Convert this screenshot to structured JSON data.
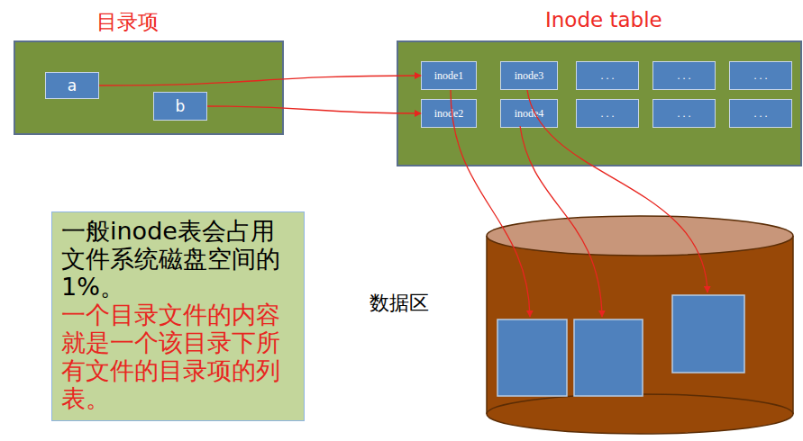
{
  "diagram": {
    "nodes": [
      {
        "text": [
          "目录项"
        ]
      },
      {
        "text": [
          "a"
        ],
        "in": 0
      },
      {
        "text": [
          "b"
        ],
        "in": 0
      },
      {
        "text": [
          "Inode table"
        ]
      },
      {
        "text": [
          "inode1"
        ],
        "in": 3
      },
      {
        "text": [
          "inode3"
        ],
        "in": 3
      },
      {
        "text": [
          ". . ."
        ],
        "in": 3
      },
      {
        "text": [
          ". . ."
        ],
        "in": 3
      },
      {
        "text": [
          ". . ."
        ],
        "in": 3
      },
      {
        "text": [
          "inode2"
        ],
        "in": 3
      },
      {
        "text": [
          "inode4"
        ],
        "in": 3
      },
      {
        "text": [
          ". . ."
        ],
        "in": 3
      },
      {
        "text": [
          ". . ."
        ],
        "in": 3
      },
      {
        "text": [
          ". . ."
        ],
        "in": 3
      },
      {
        "text": [
          "一般inode表会占用 文件系统磁盘空间的 1%。",
          "一个目录文件的内容 就是一个该目录下所 有文件的目录项的列 表。"
        ]
      }
    ],
    "edges": [
      {
        "from": 1,
        "to": 4,
        "arrow": "to"
      },
      {
        "from": 2,
        "to": 9,
        "arrow": "to"
      }
    ],
    "labels": [
      "数据区"
    ]
  }
}
